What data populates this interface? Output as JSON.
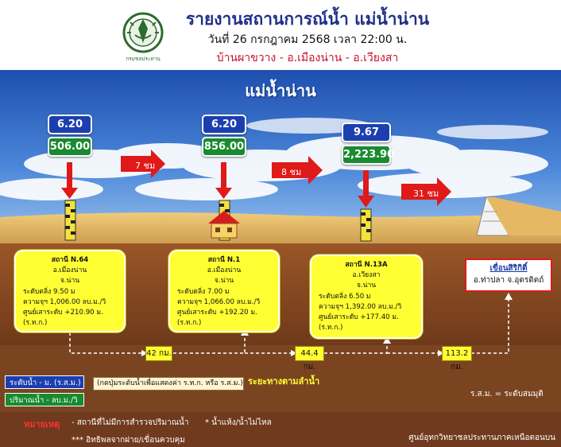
{
  "header": {
    "title": "รายงานสถานการณ์น้ำ แม่น้ำน่าน",
    "date_line": "วันที่ 26 กรกฎาคม 2568 เวลา 22:00 น.",
    "location_line": "บ้านผาขวาง - อ.เมืองน่าน -  อ.เวียงสา",
    "logo_caption": "กรมชลประทาน"
  },
  "scene": {
    "river_title": "แม่น้ำน่าน",
    "readings": [
      {
        "level": "6.20",
        "flow": "506.00"
      },
      {
        "level": "6.20",
        "flow": "856.00"
      },
      {
        "level": "9.67",
        "flow": "2,223.90"
      }
    ],
    "travel_times": [
      "7 ชม",
      "8 ชม",
      "31 ชม"
    ],
    "stations": [
      {
        "name": "สถานี N.64",
        "district": "อ.เมืองน่าน",
        "province": "จ.น่าน",
        "bank_level": "ระดับตลิ่ง 9.50 ม",
        "capacity": "ความจุฯ 1,006.00 ลบ.ม./วิ",
        "datum": "ศูนย์เสาระดับ  +210.90 ม.(ร.ท.ก.)"
      },
      {
        "name": "สถานี N.1",
        "district": "อ.เมืองน่าน",
        "province": "จ.น่าน",
        "bank_level": "ระดับตลิ่ง 7.00 ม",
        "capacity": "ความจุฯ 1,066.00 ลบ.ม./วิ",
        "datum": "ศูนย์เสาระดับ  +192.20 ม.(ร.ท.ก.)"
      },
      {
        "name": "สถานี N.13A",
        "district": "อ.เวียงสา",
        "province": "จ.น่าน",
        "bank_level": "ระดับตลิ่ง 6.50 ม",
        "capacity": "ความจุฯ 1,392.00 ลบ.ม./วิ",
        "datum": "ศูนย์เสาระดับ  +177.40 ม.(ร.ท.ก.)"
      }
    ],
    "dam": {
      "name": "เขื่อนสิริกิติ์",
      "location": "อ.ท่าปลา จ.อุตรดิตถ์"
    },
    "distances": [
      "42 กม.",
      "44.4 กม.",
      "113.2 กม."
    ],
    "distance_label": "ระยะทางตามลำน้ำ",
    "note": "(กดปุ่มระดับน้ำเพื่อแสดงค่า ร.ท.ก. หรือ ร.ส.ม.)",
    "msl_note": "ร.ส.ม. = ระดับสมมุติ"
  },
  "legend": {
    "level": "ระดับน้ำ - ม. (ร.ส.ม.)",
    "flow": "ปริมาณน้ำ - ลบ.ม./วิ"
  },
  "footer": {
    "label": "หมายเหตุ",
    "note1": "-  สถานีที่ไม่มีการสำรวจปริมาณน้ำ",
    "note2": "*   น้ำแห้ง/น้ำไม่ไหล",
    "note3": "*** อิทธิพลจากฝาย/เขื่อนควบคุม",
    "org": "ศูนย์อุทกวิทยาชลประทานภาคเหนือตอนบน"
  },
  "colors": {
    "level_box": "#1c3fb0",
    "flow_box": "#198a2f",
    "station_box": "#ffff33",
    "arrow": "#e01919",
    "sky": "#2f66c4",
    "soil": "#8a4b22"
  },
  "icons": [
    "royal-irrigation-logo",
    "staff-gauge-icon",
    "house-icon",
    "dam-icon",
    "down-arrow-icon",
    "right-arrow-icon"
  ]
}
